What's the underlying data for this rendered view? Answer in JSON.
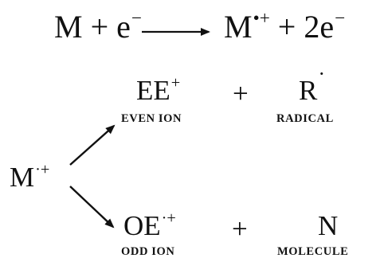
{
  "equation": {
    "lhs": "M + e",
    "lhs_sup": "−",
    "rhs_main": "M",
    "rhs_sup": "•+",
    "rhs_rest": " + 2e",
    "rhs_rest_sup": "−"
  },
  "precursor": {
    "symbol": "M",
    "sup": "·+"
  },
  "upper": {
    "product1": "EE",
    "product1_sup": "+",
    "product1_label": "EVEN ION",
    "plus": "+",
    "product2": "R",
    "product2_sup": "·",
    "product2_label": "RADICAL"
  },
  "lower": {
    "product1": "OE",
    "product1_sup": "·+",
    "product1_label": "ODD ION",
    "plus": "+",
    "product2": "N",
    "product2_label": "MOLECULE"
  }
}
